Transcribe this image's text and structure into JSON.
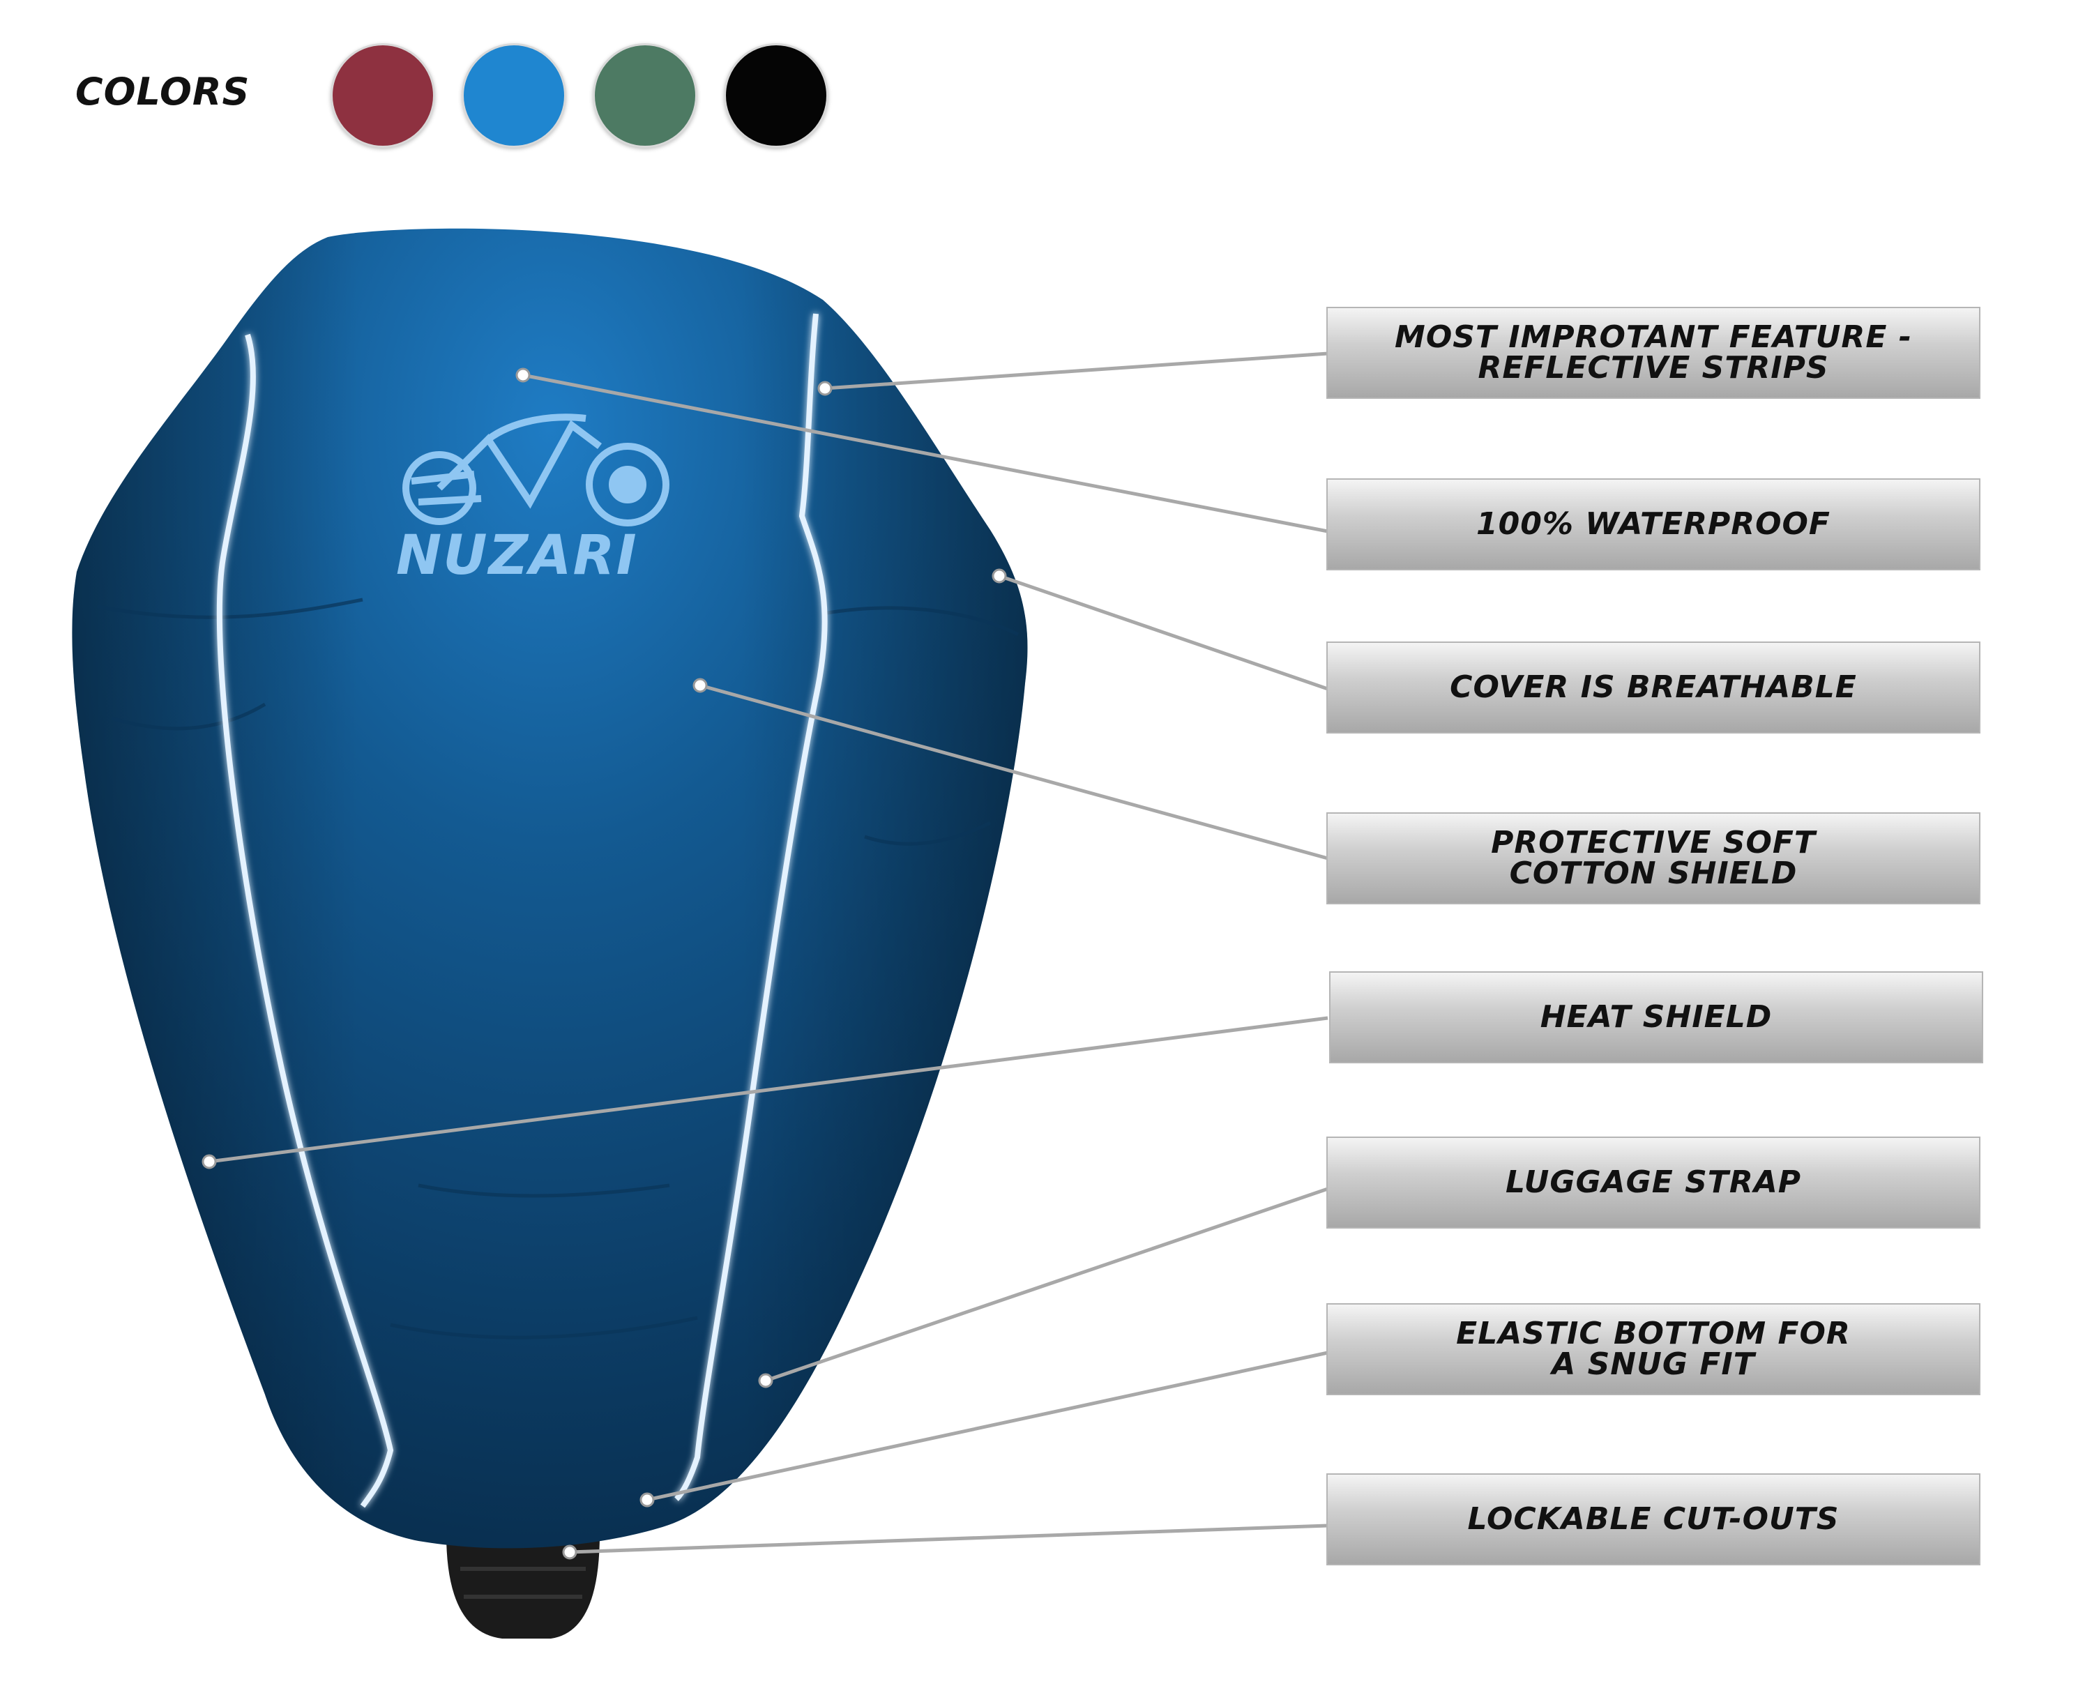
{
  "header": {
    "colors_label": "COLORS",
    "swatches": [
      {
        "name": "maroon",
        "color": "#8e3140"
      },
      {
        "name": "blue",
        "color": "#1f86d0"
      },
      {
        "name": "green",
        "color": "#4d7a63"
      },
      {
        "name": "black",
        "color": "#050505"
      }
    ]
  },
  "product": {
    "brand": "NUZARI",
    "cover_color": "#0f4a78",
    "reflective_strip_color": "#e4f2ff"
  },
  "features": [
    {
      "id": "reflective",
      "label": "MOST IMPROTANT FEATURE -\nREFLECTIVE STRIPS"
    },
    {
      "id": "waterproof",
      "label": "100% WATERPROOF"
    },
    {
      "id": "breathable",
      "label": "COVER IS BREATHABLE"
    },
    {
      "id": "cotton",
      "label": "PROTECTIVE SOFT\nCOTTON SHIELD"
    },
    {
      "id": "heat",
      "label": "HEAT SHIELD"
    },
    {
      "id": "luggage",
      "label": "LUGGAGE STRAP"
    },
    {
      "id": "elastic",
      "label": "ELASTIC BOTTOM FOR\nA SNUG FIT"
    },
    {
      "id": "lockable",
      "label": "LOCKABLE CUT-OUTS"
    }
  ]
}
